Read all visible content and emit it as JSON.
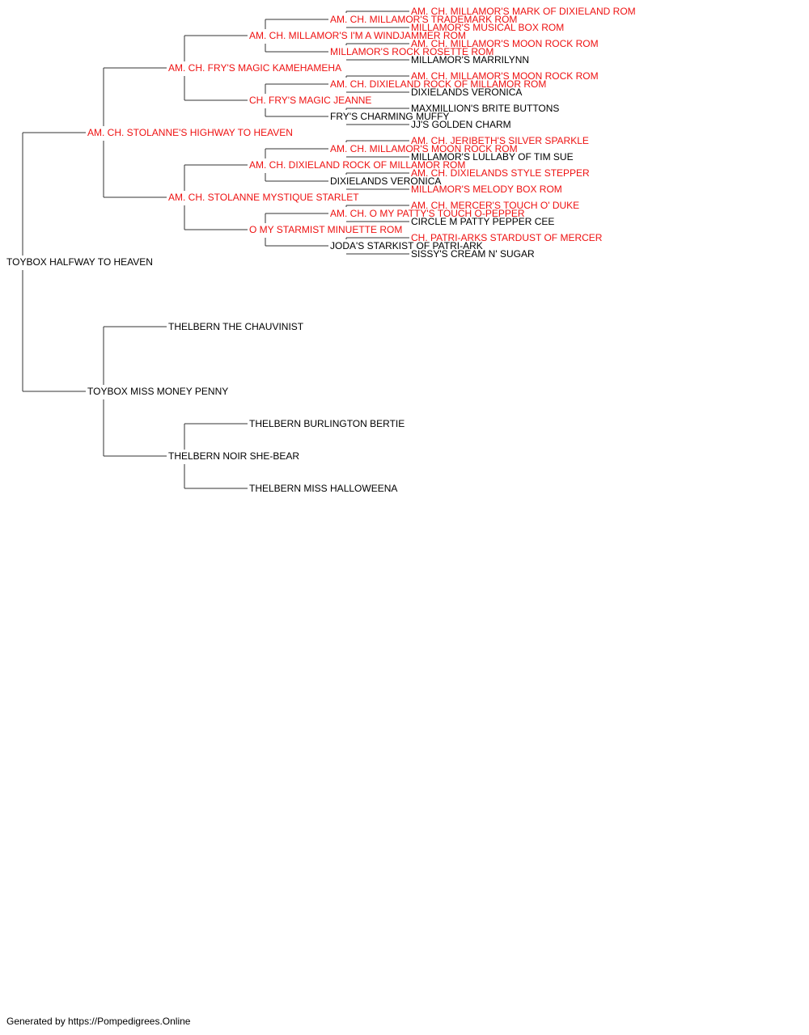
{
  "colors": {
    "champion": "#ee1111",
    "normal": "#000000",
    "line": "#333333"
  },
  "pedigree": {
    "name": "TOYBOX HALFWAY TO HEAVEN",
    "red": false,
    "sire": {
      "name": "AM. CH. STOLANNE'S HIGHWAY TO HEAVEN",
      "red": true,
      "sire": {
        "name": "AM. CH. FRY'S MAGIC KAMEHAMEHA",
        "red": true,
        "sire": {
          "name": "AM. CH. MILLAMOR'S I'M A WINDJAMMER ROM",
          "red": true,
          "sire": {
            "name": "AM. CH. MILLAMOR'S TRADEMARK ROM",
            "red": true,
            "sire": {
              "name": "AM. CH. MILLAMOR'S MARK OF DIXIELAND ROM",
              "red": true
            },
            "dam": {
              "name": "MILLAMOR'S MUSICAL BOX ROM",
              "red": true
            }
          },
          "dam": {
            "name": "MILLAMOR'S ROCK ROSETTE ROM",
            "red": true,
            "sire": {
              "name": "AM. CH. MILLAMOR'S MOON ROCK ROM",
              "red": true
            },
            "dam": {
              "name": "MILLAMOR'S MARRILYNN",
              "red": false
            }
          }
        },
        "dam": {
          "name": "CH. FRY'S MAGIC JEANNE",
          "red": true,
          "sire": {
            "name": "AM. CH. DIXIELAND ROCK OF MILLAMOR ROM",
            "red": true,
            "sire": {
              "name": "AM. CH. MILLAMOR'S MOON ROCK ROM",
              "red": true
            },
            "dam": {
              "name": "DIXIELANDS VERONICA",
              "red": false
            }
          },
          "dam": {
            "name": "FRY'S CHARMING MUFFY",
            "red": false,
            "sire": {
              "name": "MAXMILLION'S BRITE BUTTONS",
              "red": false
            },
            "dam": {
              "name": "JJ'S GOLDEN CHARM",
              "red": false
            }
          }
        }
      },
      "dam": {
        "name": "AM. CH. STOLANNE MYSTIQUE STARLET",
        "red": true,
        "sire": {
          "name": "AM. CH. DIXIELAND ROCK OF MILLAMOR ROM",
          "red": true,
          "sire": {
            "name": "AM. CH. MILLAMOR'S MOON ROCK ROM",
            "red": true,
            "sire": {
              "name": "AM. CH. JERIBETH'S SILVER SPARKLE",
              "red": true
            },
            "dam": {
              "name": "MILLAMOR'S LULLABY OF TIM SUE",
              "red": false
            }
          },
          "dam": {
            "name": "DIXIELANDS VERONICA",
            "red": false,
            "sire": {
              "name": "AM. CH. DIXIELANDS STYLE STEPPER",
              "red": true
            },
            "dam": {
              "name": "MILLAMOR'S MELODY BOX ROM",
              "red": true
            }
          }
        },
        "dam": {
          "name": "O MY STARMIST MINUETTE ROM",
          "red": true,
          "sire": {
            "name": "AM. CH. O MY PATTY'S TOUCH O-PEPPER",
            "red": true,
            "sire": {
              "name": "AM. CH. MERCER'S TOUCH O' DUKE",
              "red": true
            },
            "dam": {
              "name": "CIRCLE M PATTY PEPPER CEE",
              "red": false
            }
          },
          "dam": {
            "name": "JODA'S STARKIST OF PATRI-ARK",
            "red": false,
            "sire": {
              "name": "CH. PATRI-ARKS STARDUST OF MERCER",
              "red": true
            },
            "dam": {
              "name": "SISSY'S CREAM N' SUGAR",
              "red": false
            }
          }
        }
      }
    },
    "dam": {
      "name": "TOYBOX MISS MONEY PENNY",
      "red": false,
      "sire": {
        "name": "THELBERN THE CHAUVINIST",
        "red": false
      },
      "dam": {
        "name": "THELBERN NOIR SHE-BEAR",
        "red": false,
        "sire": {
          "name": "THELBERN BURLINGTON BERTIE",
          "red": false
        },
        "dam": {
          "name": "THELBERN MISS HALLOWEENA",
          "red": false
        }
      }
    }
  },
  "footer": {
    "text": "Generated by https://Pompedigrees.Online"
  }
}
